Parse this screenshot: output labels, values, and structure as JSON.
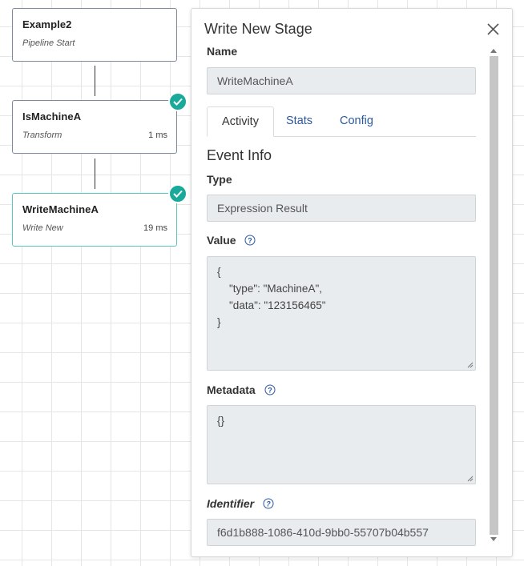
{
  "pipeline": {
    "nodes": [
      {
        "name": "Example2",
        "type": "Pipeline Start",
        "time": ""
      },
      {
        "name": "IsMachineA",
        "type": "Transform",
        "time": "1 ms"
      },
      {
        "name": "WriteMachineA",
        "type": "Write New",
        "time": "19 ms"
      }
    ]
  },
  "panel": {
    "title": "Write New Stage",
    "name_label": "Name",
    "name_value": "WriteMachineA",
    "tabs": [
      {
        "label": "Activity",
        "active": true
      },
      {
        "label": "Stats",
        "active": false
      },
      {
        "label": "Config",
        "active": false
      }
    ],
    "section_title": "Event Info",
    "type_label": "Type",
    "type_value": "Expression Result",
    "value_label": "Value",
    "value_text": "{\n\t\"type\": \"MachineA\",\n\t\"data\": \"123156465\"\n}",
    "metadata_label": "Metadata",
    "metadata_text": "{}",
    "identifier_label": "Identifier",
    "identifier_value": "f6d1b888-1086-410d-9bb0-55707b04b557"
  },
  "colors": {
    "accent": "#19a99b",
    "link": "#2b58a3",
    "field_bg": "#e9ecef"
  },
  "icons": {
    "close": "close-icon",
    "help": "help-circle-icon",
    "check": "check-circle-icon"
  }
}
